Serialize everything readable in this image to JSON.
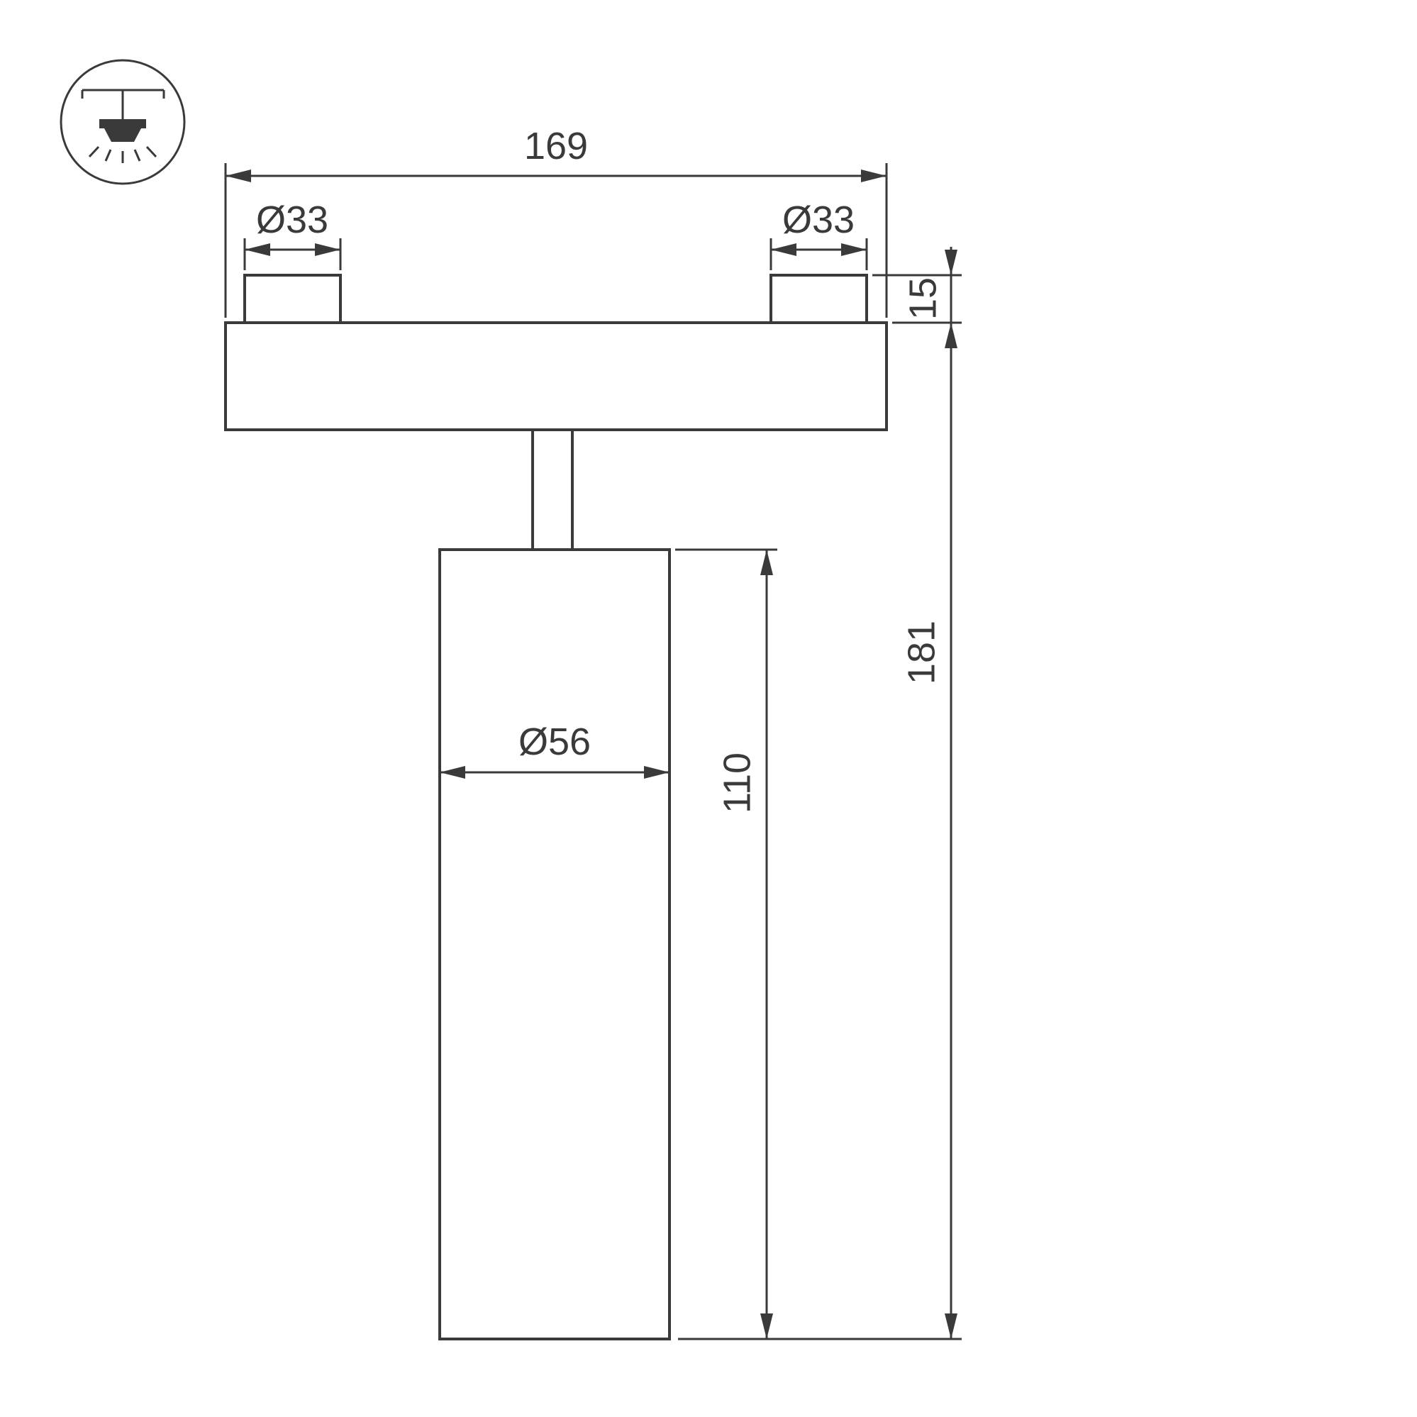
{
  "page": {
    "background_color": "#ffffff",
    "line_color": "#3a3a3a"
  },
  "legend": {
    "icon": "ceiling-track-spotlight-icon"
  },
  "dimensions": {
    "overall_width": "169",
    "left_connector_diameter": "Ø33",
    "right_connector_diameter": "Ø33",
    "connector_height": "15",
    "overall_height": "181",
    "body_height": "110",
    "body_diameter": "Ø56"
  }
}
